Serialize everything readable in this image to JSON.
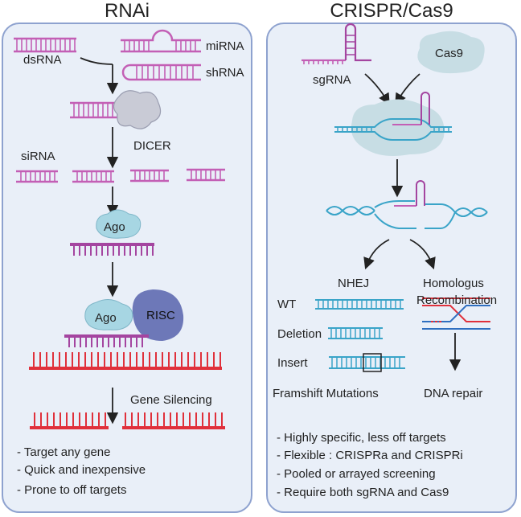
{
  "rnai": {
    "title": "RNAi",
    "labels": {
      "dsrna": "dsRNA",
      "mirna": "miRNA",
      "shrna": "shRNA",
      "dicer": "DICER",
      "sirna": "siRNA",
      "ago1": "Ago",
      "ago2": "Ago",
      "risc": "RISC",
      "gene_silencing": "Gene Silencing"
    },
    "bullets": [
      "- Target any gene",
      "- Quick and inexpensive",
      "- Prone to off targets"
    ]
  },
  "crispr": {
    "title": "CRISPR/Cas9",
    "labels": {
      "sgrna": "sgRNA",
      "cas9": "Cas9",
      "nhej": "NHEJ",
      "homologous_line1": "Homologus",
      "homologous_line2": "Recombination",
      "wt": "WT",
      "deletion": "Deletion",
      "insert": "Insert",
      "frameshift": "Framshift Mutations",
      "dna_repair": "DNA repair"
    },
    "bullets": [
      "- Highly specific, less off targets",
      "- Flexible : CRISPRa and CRISPRi",
      "- Pooled or arrayed screening",
      "- Require both sgRNA and Cas9"
    ]
  },
  "colors": {
    "panel_bg": "#e9eff8",
    "panel_border": "#8ea2cf",
    "rna_pink": "#c35fb5",
    "mrna_red": "#e0303b",
    "dna_blue": "#3aa4c8",
    "ago_blue": "#a7d6e3",
    "risc_purple": "#6d78b8",
    "cas9_grey": "#c7dde4"
  }
}
